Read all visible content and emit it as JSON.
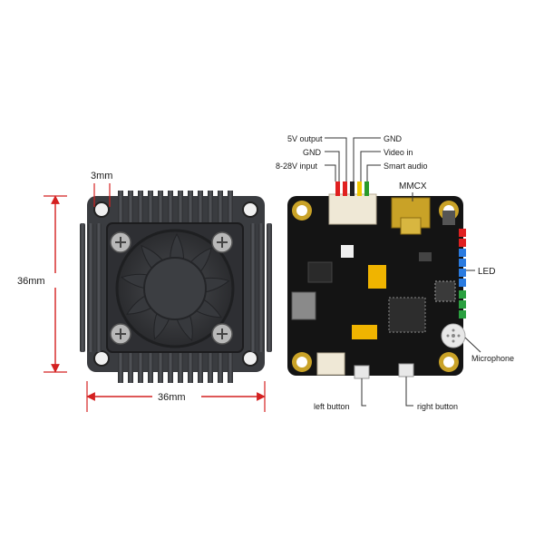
{
  "dimensions": {
    "screw_size": "3mm",
    "height": "36mm",
    "width": "36mm"
  },
  "pin_labels": {
    "v5_output": "5V output",
    "gnd_left": "GND",
    "input_8_28v": "8-28V input",
    "gnd_right": "GND",
    "video_in": "Video in",
    "smart_audio": "Smart audio"
  },
  "component_labels": {
    "mmcx": "MMCX",
    "led": "LED",
    "microphone": "Microphone",
    "left_button": "left button",
    "right_button": "right button"
  },
  "colors": {
    "dimension_red": "#d42020",
    "heatsink": "#3a3c40",
    "pcb": "#141414",
    "gold_pad": "#c9a227",
    "pin_red": "#e02020",
    "pin_black": "#222222",
    "pin_yellow": "#f0c800",
    "pin_green": "#2a9a2a",
    "led_red": "#e02020",
    "led_blue": "#2a7be0",
    "led_green": "#2aa040"
  }
}
